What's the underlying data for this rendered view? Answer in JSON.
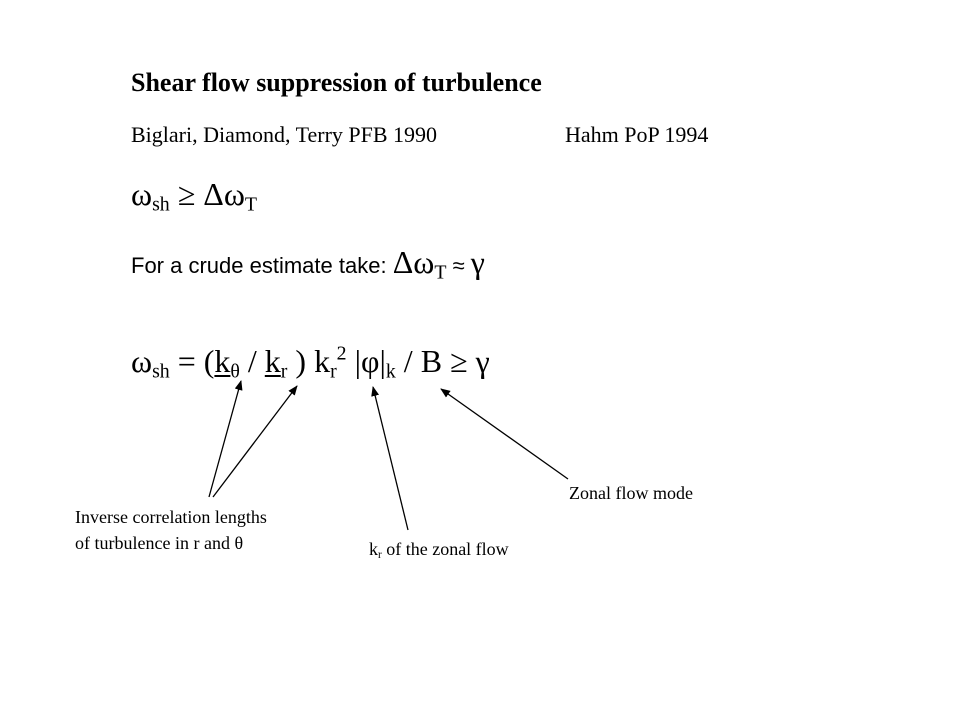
{
  "slide": {
    "title": "Shear flow suppression of turbulence",
    "refs": {
      "first": "Biglari, Diamond, Terry PFB 1990",
      "second": "Hahm PoP 1994"
    },
    "eq1": {
      "omega": "ω",
      "sh": "sh",
      "rel": "≥",
      "delta_omega": "Δω",
      "T": "T"
    },
    "crude": {
      "text": "For a crude estimate take:",
      "delta_omega": "Δω",
      "T": "T",
      "approx": "≈",
      "gamma": "γ"
    },
    "eq2": {
      "omega": "ω",
      "sh": "sh",
      "eq_open": " = (",
      "k1": "k",
      "theta": "θ",
      "slash1": " / ",
      "k2": "k",
      "r1": "r",
      "close": " ) k",
      "r2": "r",
      "two": "2",
      "phi": " |φ|",
      "ksub": "k",
      "overB": "  / B",
      "rel": "≥",
      "gamma": "γ"
    },
    "annotations": {
      "inverse_line1": "Inverse correlation lengths",
      "inverse_line2": "of turbulence in r and θ",
      "kr_k": "k",
      "kr_r": "r",
      "kr_rest": " of the zonal flow",
      "zonal": "Zonal flow mode"
    }
  }
}
